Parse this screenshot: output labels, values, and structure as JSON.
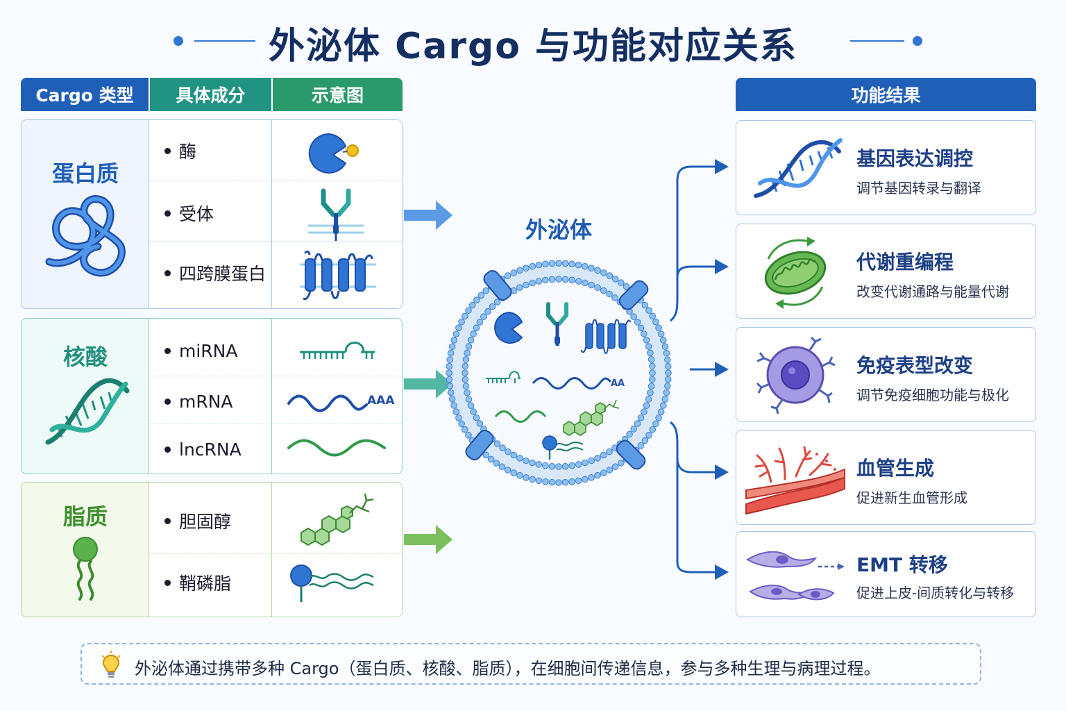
{
  "title": "外泌体 Cargo 与功能对应关系",
  "table_headers": {
    "cargo_type": "Cargo 类型",
    "components": "具体成分",
    "schematic": "示意图"
  },
  "groups": {
    "protein": {
      "label": "蛋白质",
      "items": [
        "酶",
        "受体",
        "四跨膜蛋白"
      ]
    },
    "nucleic": {
      "label": "核酸",
      "items": [
        "miRNA",
        "mRNA",
        "lncRNA"
      ]
    },
    "lipid": {
      "label": "脂质",
      "items": [
        "胆固醇",
        "鞘磷脂"
      ]
    }
  },
  "schematic_labels": {
    "mrna_tail": "AAA",
    "exo_mrna_tail": "AA"
  },
  "exosome_label": "外泌体",
  "function_header": "功能结果",
  "functions": [
    {
      "title": "基因表达调控",
      "desc": "调节基因转录与翻译",
      "icon": "dna-helix-icon"
    },
    {
      "title": "代谢重编程",
      "desc": "改变代谢通路与能量代谢",
      "icon": "mitochondria-cycle-icon"
    },
    {
      "title": "免疫表型改变",
      "desc": "调节免疫细胞功能与极化",
      "icon": "immune-cell-icon"
    },
    {
      "title": "血管生成",
      "desc": "促进新生血管形成",
      "icon": "blood-vessel-icon"
    },
    {
      "title": "EMT 转移",
      "desc": "促进上皮-间质转化与转移",
      "icon": "migrating-cells-icon"
    }
  ],
  "note": "外泌体通过携带多种 Cargo（蛋白质、核酸、脂质），在细胞间传递信息，参与多种生理与病理过程。",
  "colors": {
    "primary_blue": "#1f5fb8",
    "teal": "#219383",
    "green": "#2a9a6a",
    "protein_blue": "#2f75d3",
    "nucleic_teal": "#22907e",
    "lipid_green": "#4aa040"
  }
}
